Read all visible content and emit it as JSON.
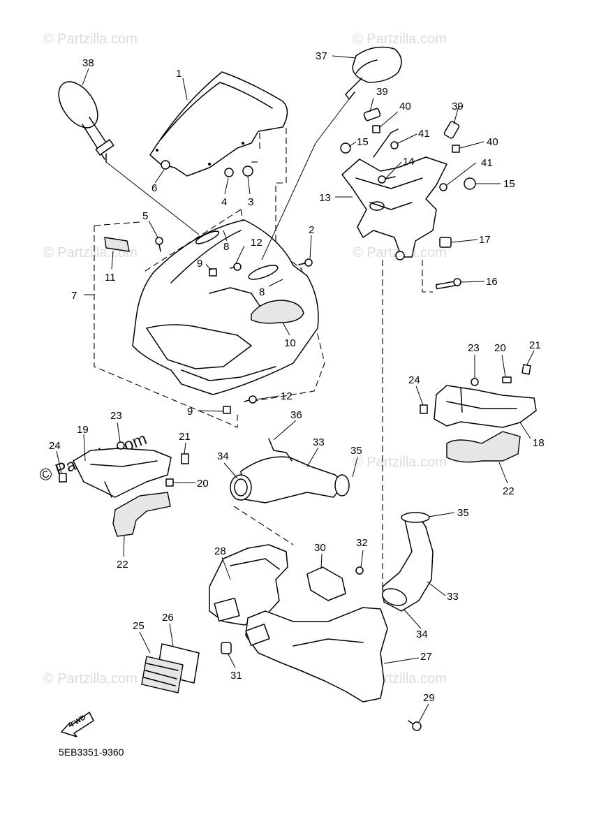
{
  "watermark": {
    "text": "© Partzilla.com"
  },
  "diagram_code": "5EB3351-9360",
  "fwd_label": "FWD",
  "callouts": {
    "c1": "1",
    "c2": "2",
    "c3": "3",
    "c4": "4",
    "c5": "5",
    "c6": "6",
    "c7": "7",
    "c8a": "8",
    "c8b": "8",
    "c9a": "9",
    "c9b": "9",
    "c10": "10",
    "c11": "11",
    "c12a": "12",
    "c12b": "12",
    "c13": "13",
    "c14": "14",
    "c15a": "15",
    "c15b": "15",
    "c16": "16",
    "c17": "17",
    "c18": "18",
    "c19": "19",
    "c20a": "20",
    "c20b": "20",
    "c21a": "21",
    "c21b": "21",
    "c22a": "22",
    "c22b": "22",
    "c23a": "23",
    "c23b": "23",
    "c24a": "24",
    "c24b": "24",
    "c25": "25",
    "c26": "26",
    "c27": "27",
    "c28": "28",
    "c29": "29",
    "c30": "30",
    "c31": "31",
    "c32": "32",
    "c33a": "33",
    "c33b": "33",
    "c34a": "34",
    "c34b": "34",
    "c35a": "35",
    "c35b": "35",
    "c36": "36",
    "c37": "37",
    "c38": "38",
    "c39a": "39",
    "c39b": "39",
    "c40a": "40",
    "c40b": "40",
    "c41a": "41",
    "c41b": "41"
  }
}
